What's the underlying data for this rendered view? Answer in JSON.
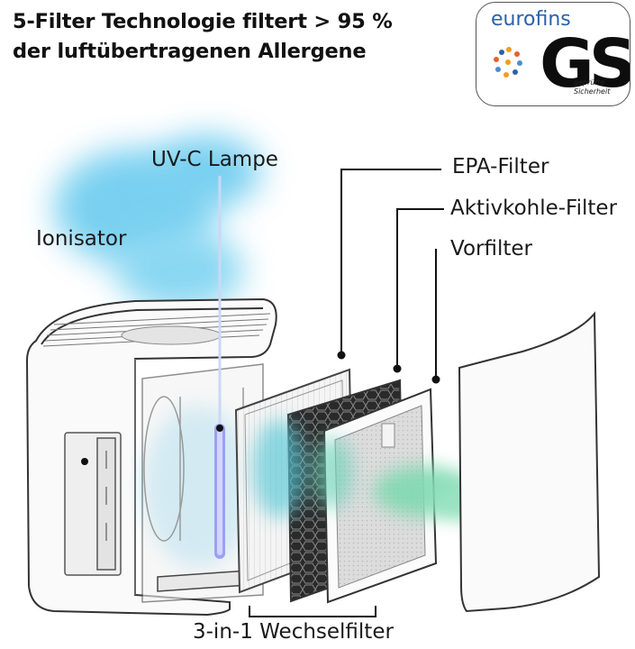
{
  "headline": {
    "line1": "5-Filter Technologie filtert > 95 %",
    "line2": "der luftübertragenen Allergene"
  },
  "badge": {
    "brand": "eurofins",
    "mark": "GS",
    "sub_line1": "geprüfte",
    "sub_line2": "Sicherheit"
  },
  "labels": {
    "uvc": "UV-C Lampe",
    "ionisator": "Ionisator",
    "epa": "EPA-Filter",
    "aktivkohle": "Aktivkohle-Filter",
    "vorfilter": "Vorfilter",
    "wechselfilter": "3-in-1 Wechselfilter"
  },
  "colors": {
    "air_blue": "#62c8ee",
    "air_green": "#7fd9b0",
    "uv_violet": "#7c7ff0",
    "brand_blue": "#2b61a8"
  }
}
